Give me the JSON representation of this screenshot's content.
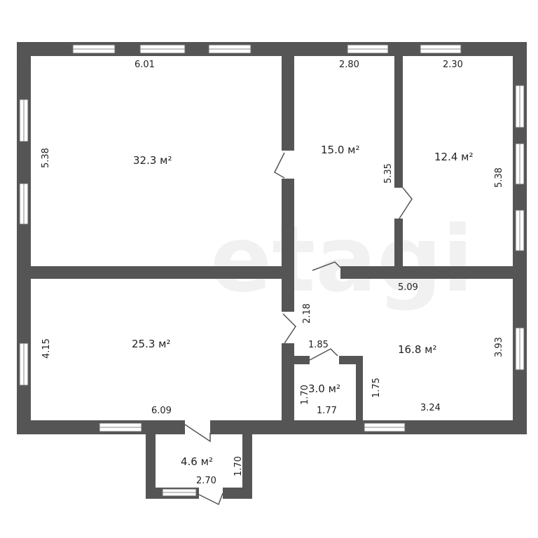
{
  "watermark": "etagi",
  "rooms": [
    {
      "id": "living-left",
      "area": "32.3 м²",
      "dims": [
        "6.01",
        "5.38"
      ]
    },
    {
      "id": "middle",
      "area": "15.0 м²",
      "dims": [
        "2.80",
        "5.35"
      ]
    },
    {
      "id": "right-top",
      "area": "12.4 м²",
      "dims": [
        "2.30",
        "5.38"
      ]
    },
    {
      "id": "bottom-left",
      "area": "25.3 м²",
      "dims": [
        "4.15",
        "6.09"
      ]
    },
    {
      "id": "bottom-right",
      "area": "16.8 м²",
      "dims": [
        "5.09",
        "3.93",
        "3.24",
        "1.75"
      ]
    },
    {
      "id": "bath",
      "area": "3.0 м²",
      "dims": [
        "1.70",
        "1.77",
        "1.85"
      ]
    },
    {
      "id": "porch",
      "area": "4.6 м²",
      "dims": [
        "2.70",
        "1.70"
      ]
    }
  ],
  "corridor_dim": "2.18"
}
